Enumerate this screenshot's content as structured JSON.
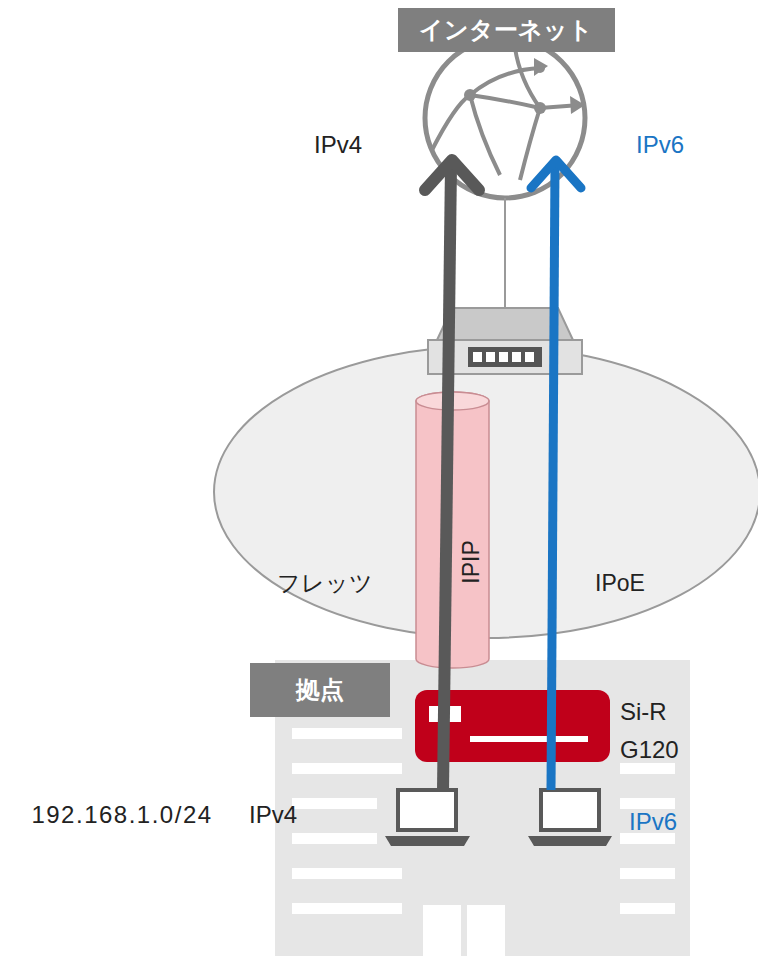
{
  "diagram": {
    "nodes": [
      {
        "text": [
          "インターネット"
        ]
      },
      {
        "text": [
          "フレッツ",
          "IPoE"
        ]
      },
      {
        "text": [
          "IPIP"
        ]
      },
      {
        "text": [
          "拠点"
        ]
      },
      {
        "text": [
          "Si-R G120"
        ]
      }
    ],
    "labels": [
      "IPv4",
      "IPv6",
      "192.168.1.0/24",
      "IPv4",
      "IPv6"
    ]
  }
}
